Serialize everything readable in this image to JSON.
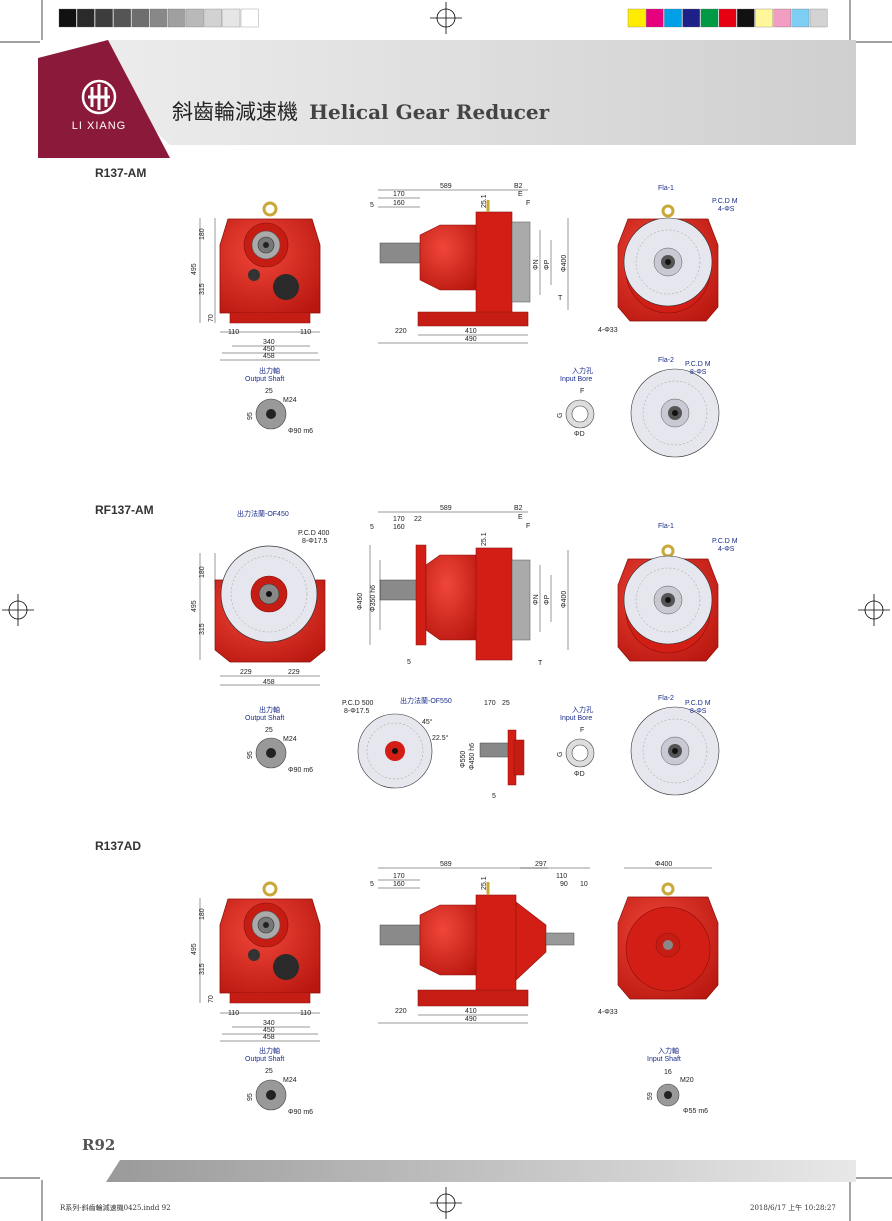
{
  "header": {
    "brand": "LI XIANG",
    "title_cn": "斜齒輪減速機",
    "title_en": "Helical Gear Reducer"
  },
  "colors": {
    "brand": "#8b1a3a",
    "gear_red": "#d9241b",
    "dim_blue": "#1a2d8a"
  },
  "color_bar": {
    "grays": [
      "#111111",
      "#2a2a2a",
      "#3d3d3d",
      "#555555",
      "#6e6e6e",
      "#888888",
      "#a0a0a0",
      "#b9b9b9",
      "#d2d2d2",
      "#e6e6e6",
      "#ffffff"
    ],
    "colors": [
      "#ffec00",
      "#e6007e",
      "#00a0e9",
      "#1d2088",
      "#009944",
      "#e60012",
      "#111111",
      "#fff799",
      "#f19ec2",
      "#7ecef4",
      "#d3d3d3"
    ]
  },
  "sections": [
    {
      "label": "R137-AM"
    },
    {
      "label": "RF137-AM"
    },
    {
      "label": "R137AD"
    }
  ],
  "s1": {
    "front": {
      "v180": "180",
      "v495": "495",
      "v315": "315",
      "v70": "70",
      "h110a": "110",
      "h110b": "110",
      "h340": "340",
      "h450": "450",
      "h458": "458"
    },
    "side": {
      "d589": "589",
      "d170": "170",
      "d160": "160",
      "d5": "5",
      "dB2": "B2",
      "dE": "E",
      "dF": "F",
      "d25_1": "25.1",
      "dN": "ΦN",
      "dP": "ΦP",
      "d400": "Φ400",
      "dT": "T",
      "d220": "220",
      "d410": "410",
      "d490": "490"
    },
    "fla1": {
      "label": "Fla-1",
      "pcd": "P.C.D M",
      "holes": "4-ΦS",
      "base": "4-Φ33"
    },
    "fla2": {
      "label": "Fla-2",
      "pcd": "P.C.D M",
      "holes": "8-ΦS"
    },
    "output": {
      "cn": "出力軸",
      "en": "Output Shaft",
      "d25": "25",
      "m": "M24",
      "d95": "95",
      "d90": "Φ90 m6"
    },
    "bore": {
      "cn": "入力孔",
      "en": "Input Bore",
      "f": "F",
      "g": "G",
      "d": "ΦD"
    }
  },
  "s2": {
    "flange_title": "出力法蘭-OF450",
    "pcd": "P.C.D 400",
    "holes": "8-Φ17.5",
    "front": {
      "v180": "180",
      "v495": "495",
      "v315": "315",
      "h229a": "229",
      "h229b": "229",
      "h458": "458"
    },
    "side": {
      "d589": "589",
      "d170": "170",
      "d22": "22",
      "d160": "160",
      "d5": "5",
      "d5b": "5",
      "dB2": "B2",
      "dE": "E",
      "dF": "F",
      "d25_1": "25.1",
      "d450": "Φ450",
      "d350": "Φ350 h6",
      "dN": "ΦN",
      "dP": "ΦP",
      "d400": "Φ400",
      "dT": "T"
    },
    "fla1": {
      "label": "Fla-1",
      "pcd": "P.C.D M",
      "holes": "4-ΦS"
    },
    "fla2": {
      "label": "Fla-2",
      "pcd": "P.C.D M",
      "holes": "8-ΦS"
    },
    "output": {
      "cn": "出力軸",
      "en": "Output Shaft",
      "d25": "25",
      "m": "M24",
      "d95": "95",
      "d90": "Φ90 m6"
    },
    "flange550": {
      "title": "出力法蘭-OF550",
      "pcd": "P.C.D 500",
      "holes": "8-Φ17.5",
      "a45": "45°",
      "a22": "22.5°",
      "d170": "170",
      "d25": "25",
      "d550": "Φ550",
      "d450": "Φ450 h6",
      "d5": "5"
    },
    "bore": {
      "cn": "入力孔",
      "en": "Input Bore",
      "f": "F",
      "g": "G",
      "d": "ΦD"
    }
  },
  "s3": {
    "front": {
      "v180": "180",
      "v495": "495",
      "v315": "315",
      "v70": "70",
      "h110a": "110",
      "h110b": "110",
      "h340": "340",
      "h450": "450",
      "h458": "458"
    },
    "side": {
      "d589": "589",
      "d297": "297",
      "d170": "170",
      "d160": "160",
      "d5": "5",
      "d110": "110",
      "d90": "90",
      "d10": "10",
      "d25_1": "25.1",
      "d220": "220",
      "d410": "410",
      "d490": "490"
    },
    "end": {
      "d400": "Φ400",
      "base": "4-Φ33"
    },
    "output": {
      "cn": "出力軸",
      "en": "Output Shaft",
      "d25": "25",
      "m": "M24",
      "d95": "95",
      "d90": "Φ90 m6"
    },
    "input": {
      "cn": "入力軸",
      "en": "Input Shaft",
      "d16": "16",
      "m": "M20",
      "d59": "59",
      "d55": "Φ55 m6"
    }
  },
  "footer": {
    "page": "R92",
    "slug_left": "R系列-斜齒輪減速機0425.indd  92",
    "slug_right": "2018/6/17  上午 10:28:27"
  }
}
